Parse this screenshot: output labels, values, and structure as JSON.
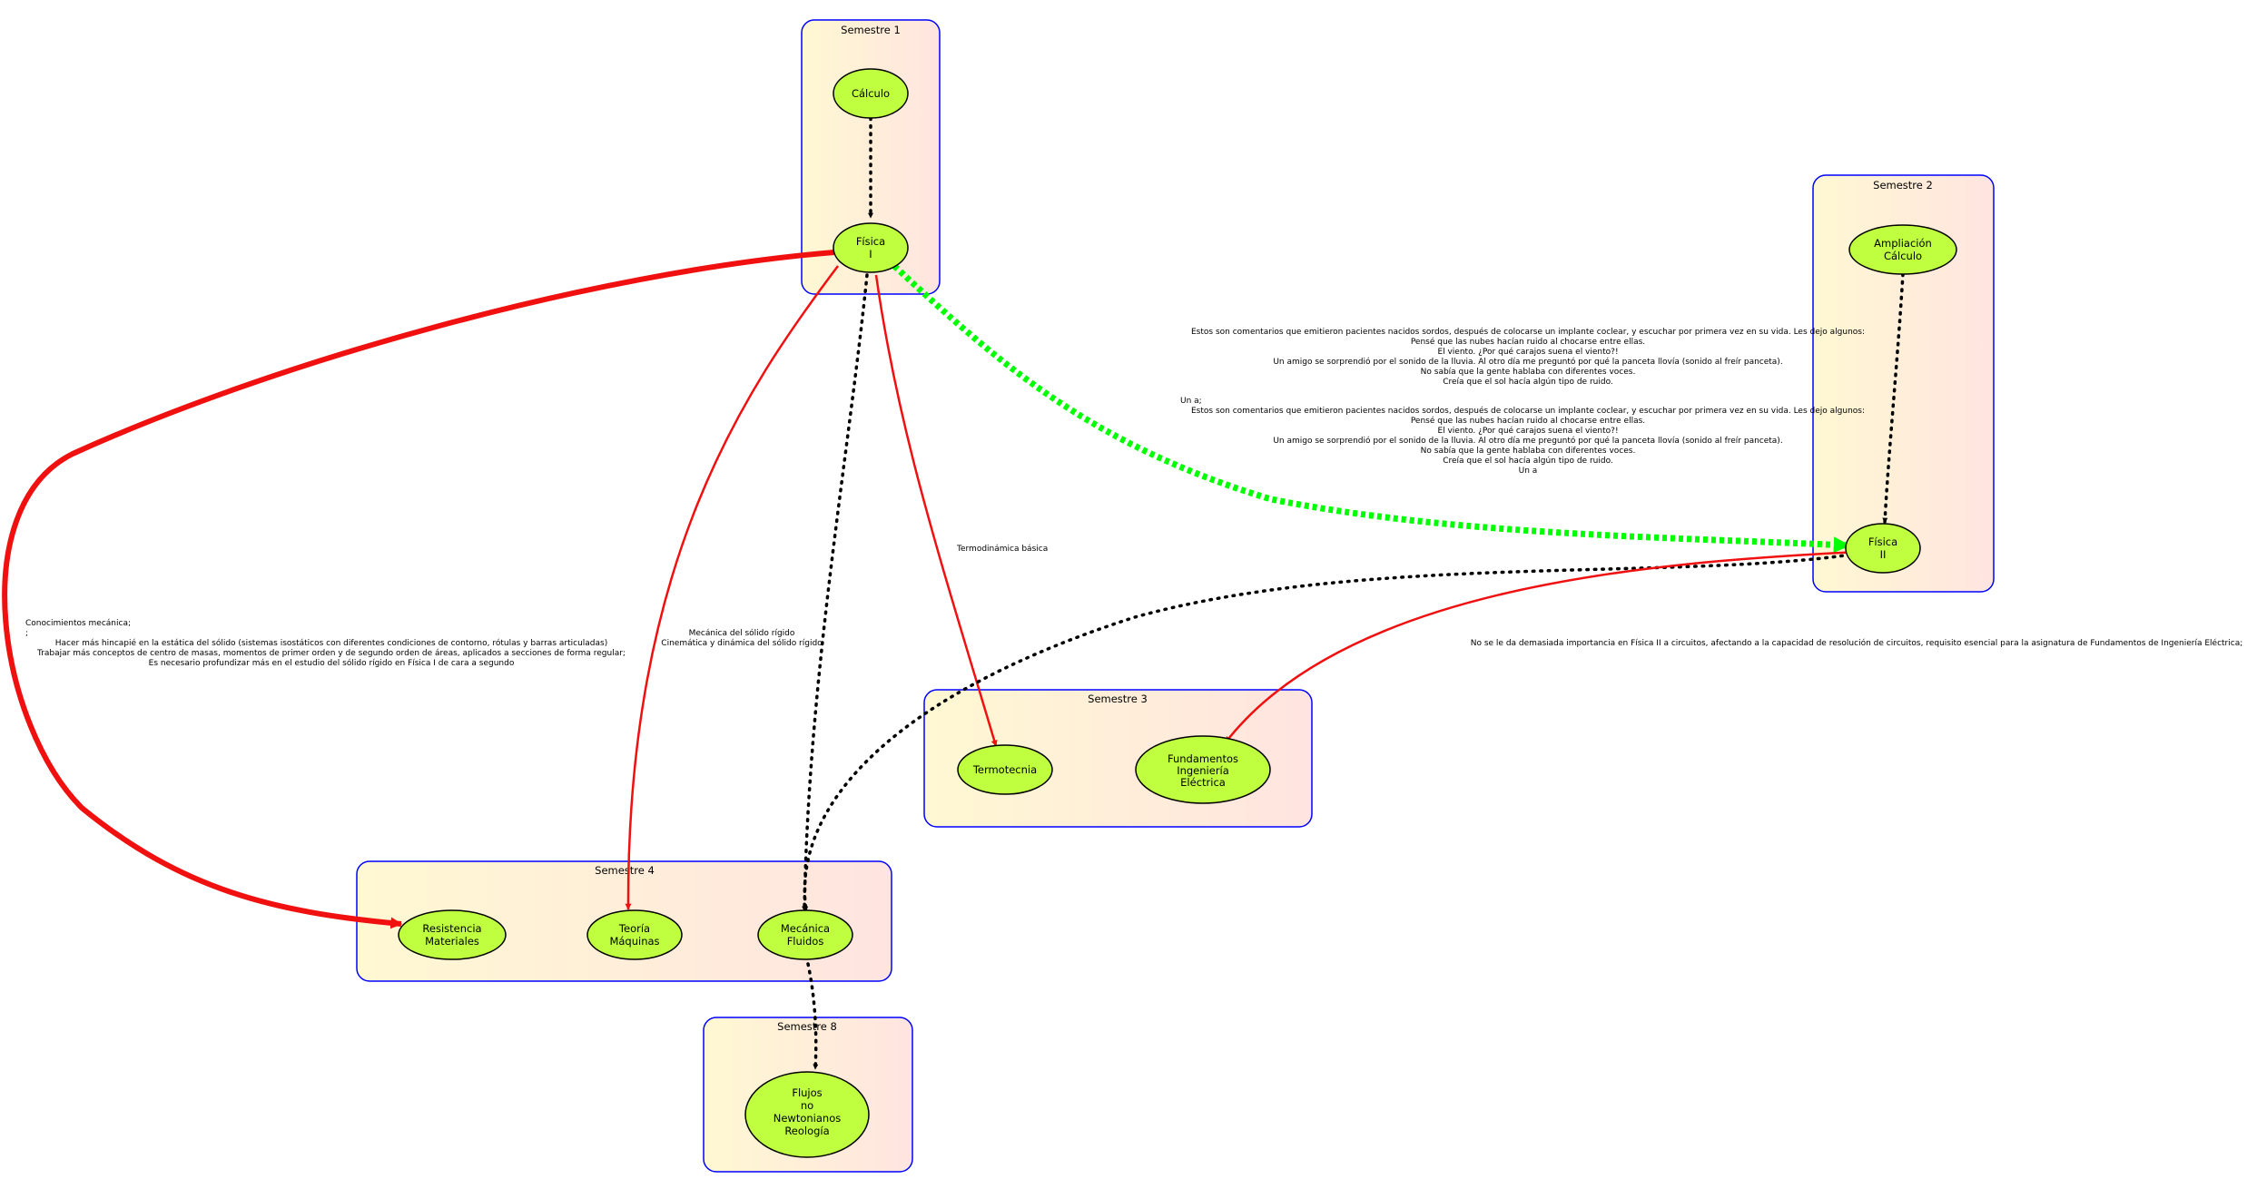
{
  "clusters": {
    "s1": {
      "title": "Semestre 1"
    },
    "s2": {
      "title": "Semestre 2"
    },
    "s3": {
      "title": "Semestre 3"
    },
    "s4": {
      "title": "Semestre 4"
    },
    "s8": {
      "title": "Semestre 8"
    }
  },
  "nodes": {
    "calculo": [
      "Cálculo"
    ],
    "fisica1": [
      "Física",
      "I"
    ],
    "ampliacion": [
      "Ampliación",
      "Cálculo"
    ],
    "fisica2": [
      "Física",
      "II"
    ],
    "termotecnia": [
      "Termotecnia"
    ],
    "fundamentos": [
      "Fundamentos",
      "Ingeniería",
      "Eléctrica"
    ],
    "resistencia": [
      "Resistencia",
      "Materiales"
    ],
    "teoria": [
      "Teoría",
      "Máquinas"
    ],
    "mecanica": [
      "Mecánica",
      "Fluidos"
    ],
    "flujos": [
      "Flujos",
      "no",
      "Newtonianos",
      "Reología"
    ]
  },
  "edge_labels": {
    "fisica1_fisica2": [
      "Estos son comentarios que emitieron pacientes nacidos sordos, después de colocarse un implante coclear, y escuchar por primera vez en su vida. Les dejo algunos:",
      "Pensé que las nubes hacían ruido al chocarse entre ellas.",
      "El viento. ¿Por qué carajos suena el viento?!",
      "Un amigo se sorprendió por el sonido de la lluvia. Al otro día me preguntó por qué la panceta llovía (sonido al freír panceta).",
      "No sabía que la gente hablaba con diferentes voces.",
      "Creía que el sol hacía algún tipo de ruido.",
      "",
      "Un a;",
      "Estos son comentarios que emitieron pacientes nacidos sordos, después de colocarse un implante coclear, y escuchar por primera vez en su vida. Les dejo algunos:",
      "Pensé que las nubes hacían ruido al chocarse entre ellas.",
      "El viento. ¿Por qué carajos suena el viento?!",
      "Un amigo se sorprendió por el sonido de la lluvia. Al otro día me preguntó por qué la panceta llovía (sonido al freír panceta).",
      "No sabía que la gente hablaba con diferentes voces.",
      "Creía que el sol hacía algún tipo de ruido.",
      "Un a"
    ],
    "fisica1_termotecnia": [
      "Termodinámica básica"
    ],
    "fisica1_teoria": [
      "Mecánica del sólido rígido",
      "Cinemática y dinámica del sólido rígido"
    ],
    "fisica1_resistencia": [
      "Conocimientos mecánica;",
      ";",
      "Hacer más hincapié en la estática del sólido (sistemas isostáticos con diferentes condiciones de contorno, rótulas y barras articuladas)",
      "Trabajar más conceptos de centro de masas, momentos de primer orden y de segundo orden de áreas, aplicados a secciones de forma regular;",
      "Es necesario profundizar más en el estudio del sólido rígido en Física I de cara a segundo"
    ],
    "fisica2_fundamentos": [
      "No se le da demasiada importancia en Física II a circuitos, afectando a la capacidad de resolución de circuitos, requisito esencial para la asignatura de Fundamentos de Ingeniería Eléctrica;"
    ]
  },
  "colors": {
    "node_fill": "#bfff3f",
    "cluster_border": "#0000ff",
    "cluster_fill_left": "#fff8d2",
    "cluster_fill_right": "#ffe4e0",
    "red_edge": "#f01010",
    "green_edge": "#00ff00",
    "dotted_edge": "#000000"
  }
}
